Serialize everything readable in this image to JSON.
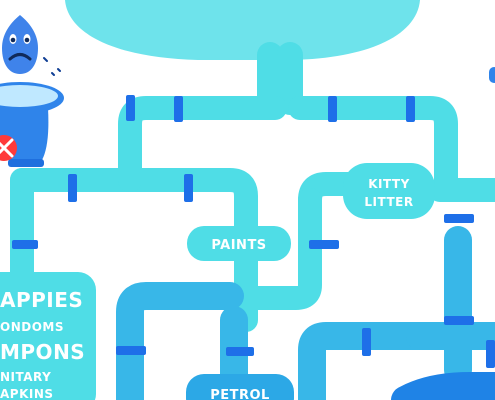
{
  "scene": {
    "label_kitty_line1": "KITTY",
    "label_kitty_line2": "LITTER",
    "label_paints": "PAINTS",
    "label_petrol": "PETROL",
    "left_panel": {
      "line1": "APPIES",
      "line2": "ONDOMS",
      "line3": "MPONS",
      "line4": "NITARY",
      "line5": "APKINS"
    },
    "icons": {
      "toilet": "toilet-icon",
      "face": "worried-face-icon",
      "no_sign": "no-sign-icon"
    },
    "colors": {
      "light_pipe": "#4fdde6",
      "mid_pipe": "#38b7e8",
      "dark_pipe": "#1f83e6",
      "connector": "#1e6fe8",
      "deep_blue": "#0f5fe0",
      "toilet_blue": "#2f84ea",
      "red": "#ff3a3a"
    }
  }
}
